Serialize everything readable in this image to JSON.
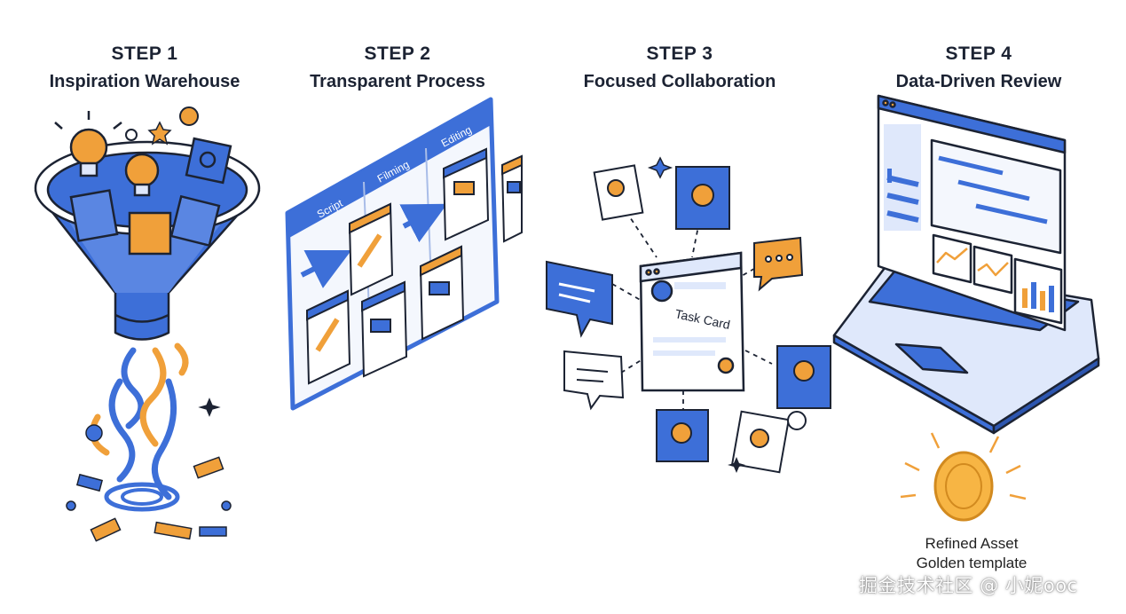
{
  "colors": {
    "blue": "#3d6fd8",
    "light_blue": "#dfe8fb",
    "orange": "#f0a03a",
    "outline": "#1c2333"
  },
  "steps": [
    {
      "number": "STEP 1",
      "title": "Inspiration Warehouse",
      "icon": "funnel-icon"
    },
    {
      "number": "STEP 2",
      "title": "Transparent Process",
      "icon": "kanban-board-icon"
    },
    {
      "number": "STEP 3",
      "title": "Focused Collaboration",
      "icon": "collaboration-network-icon"
    },
    {
      "number": "STEP 4",
      "title": "Data-Driven Review",
      "icon": "laptop-dashboard-icon"
    }
  ],
  "board": {
    "columns": [
      "Script",
      "Filming",
      "Editing"
    ]
  },
  "collab": {
    "task_card": "Task Card"
  },
  "asset": {
    "line1": "Refined Asset",
    "line2": "Golden template",
    "icon": "gold-coin-icon"
  },
  "watermark": "掘金技术社区 @ 小妮ooc"
}
